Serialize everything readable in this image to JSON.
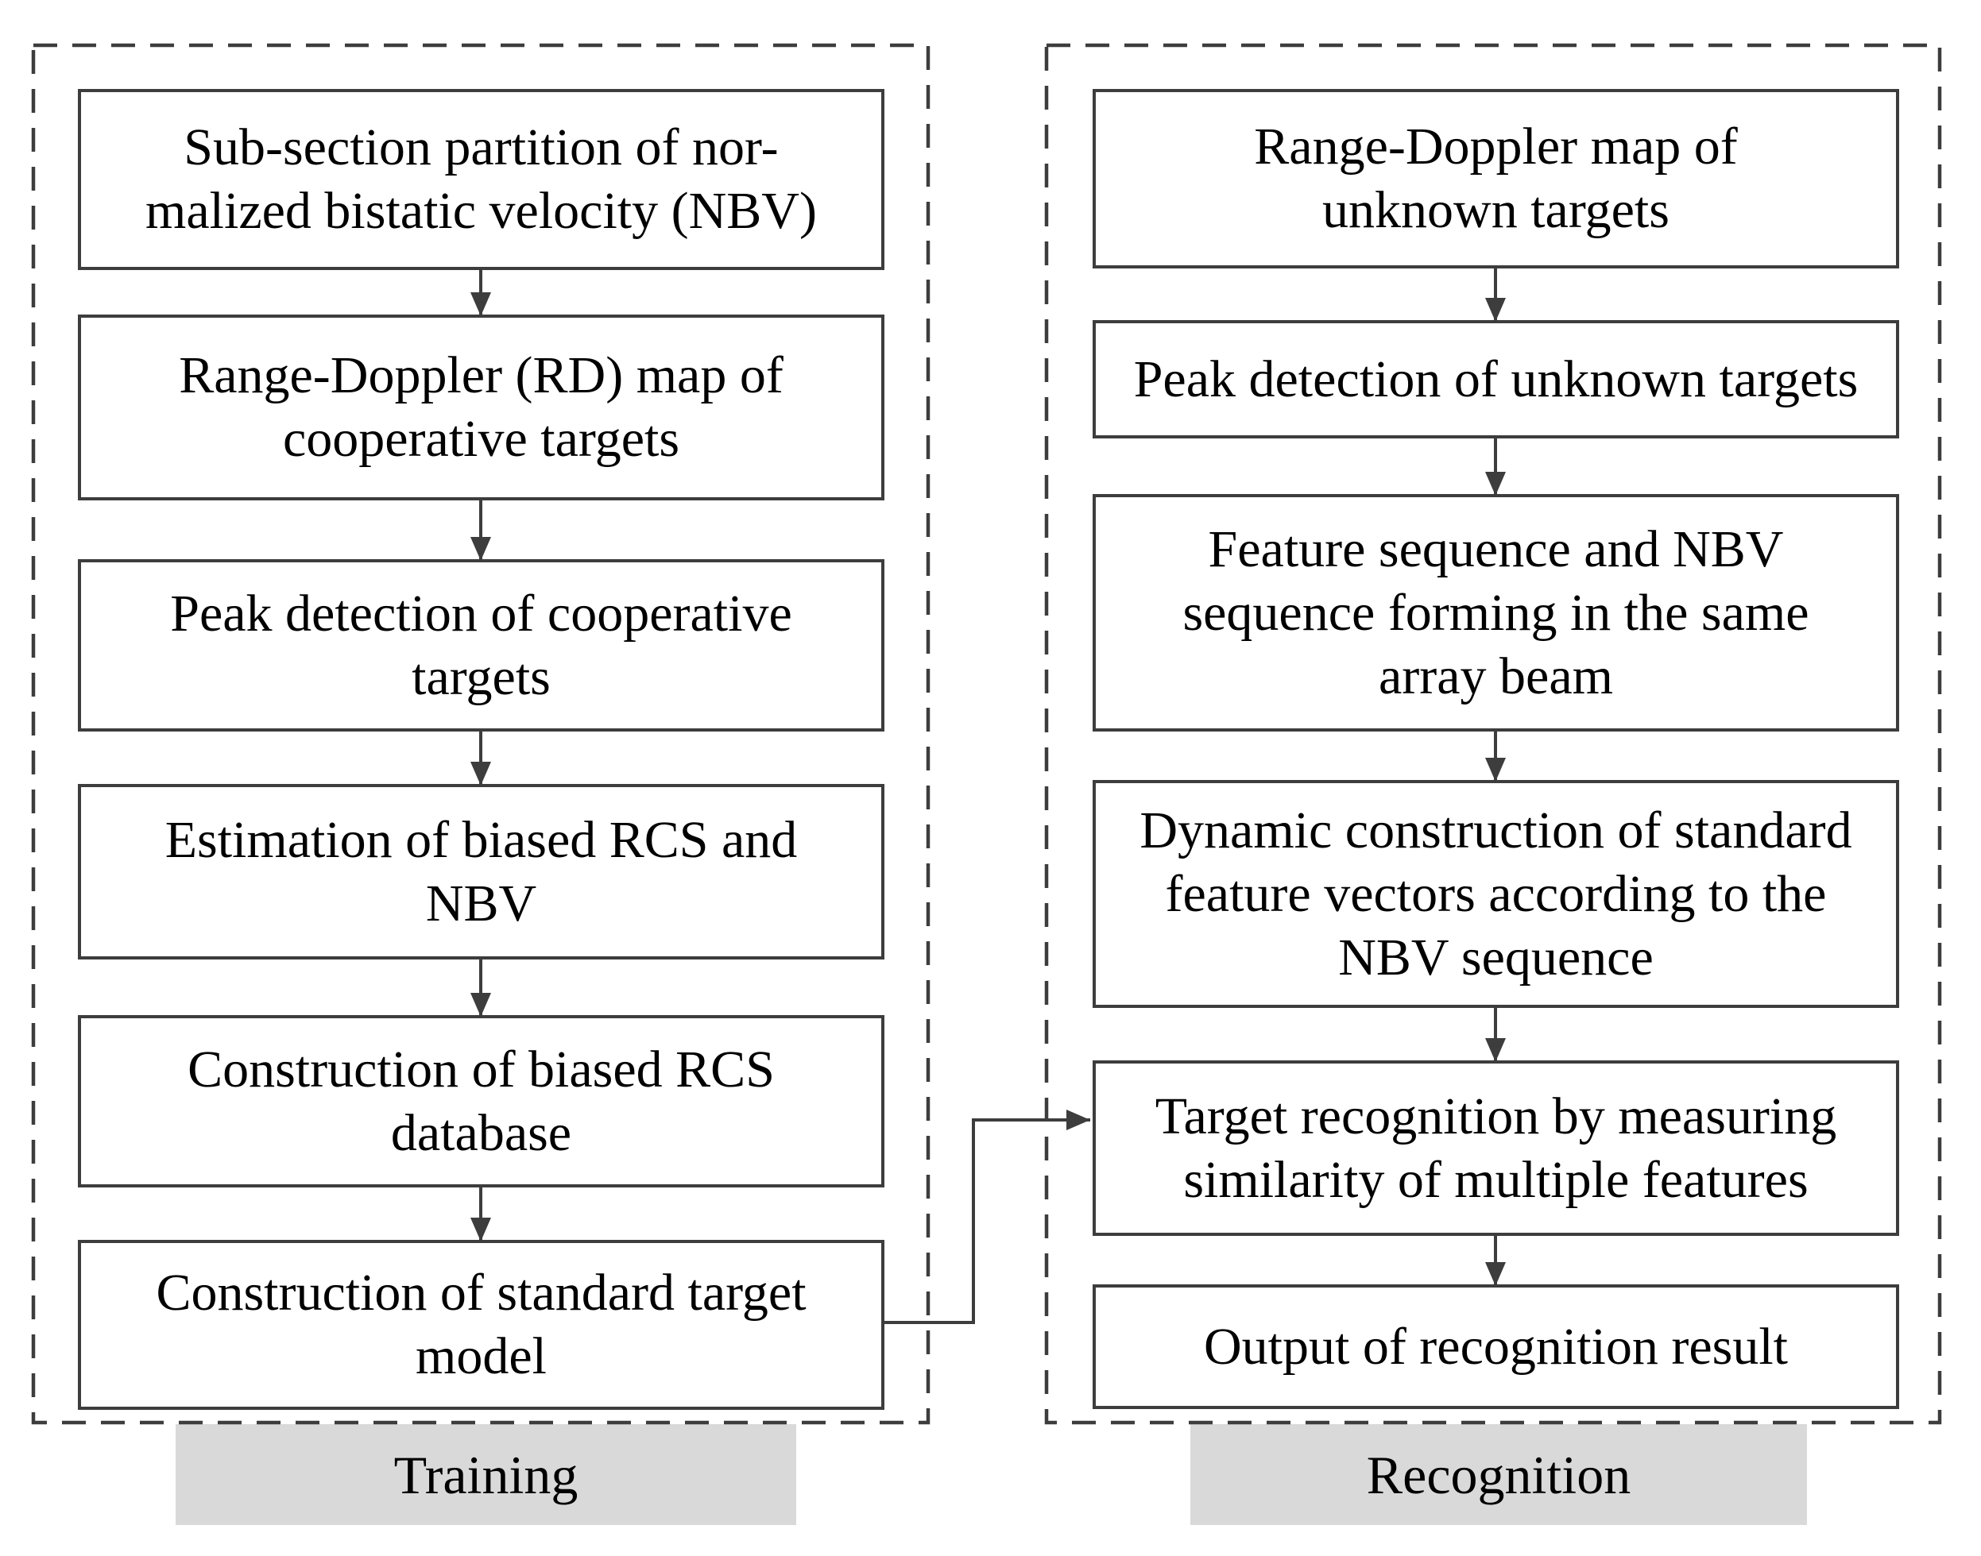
{
  "colors": {
    "line": "#3d3d3d",
    "box_border": "#3d3d3d",
    "text": "#000000",
    "label_bg": "#d9d9d9",
    "background": "#ffffff"
  },
  "training": {
    "label": "Training",
    "steps": [
      "Sub-section partition of nor-\nmalized bistatic velocity (NBV)",
      "Range-Doppler (RD) map of\ncooperative targets",
      "Peak detection of cooperative\ntargets",
      "Estimation of biased RCS and\nNBV",
      "Construction of biased RCS\ndatabase",
      "Construction of standard target\nmodel"
    ]
  },
  "recognition": {
    "label": "Recognition",
    "steps": [
      "Range-Doppler map of\nunknown targets",
      "Peak detection of unknown targets",
      "Feature sequence and NBV\nsequence forming in the same\narray beam",
      "Dynamic construction of standard\nfeature vectors according to the\nNBV sequence",
      "Target recognition by measuring\nsimilarity of multiple features",
      "Output of recognition result"
    ]
  }
}
